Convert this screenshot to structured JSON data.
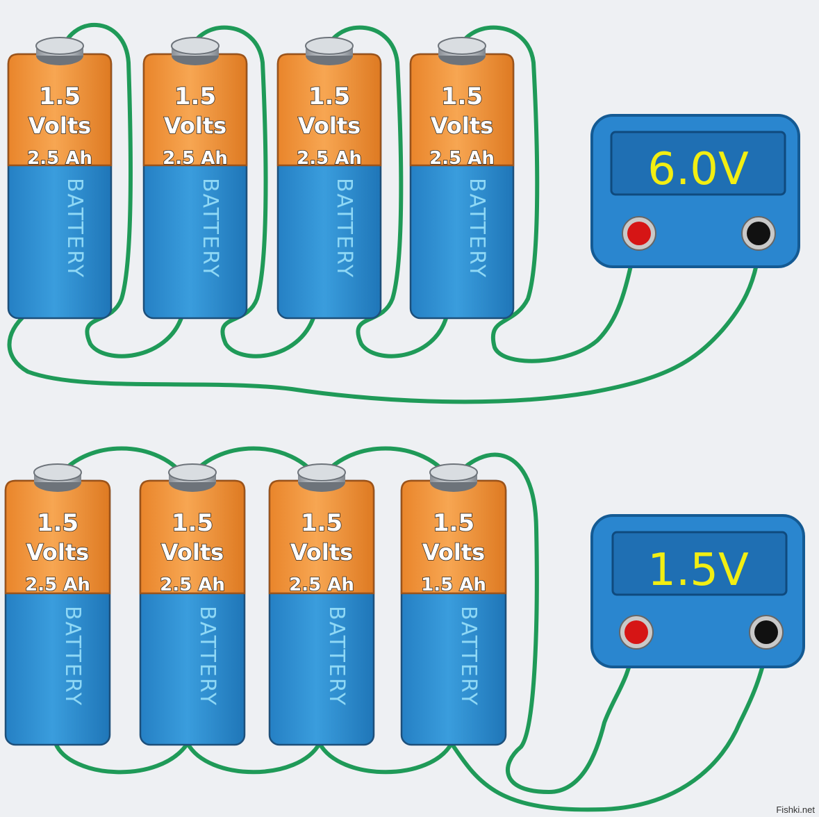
{
  "diagrams": [
    {
      "connection": "series",
      "batteries": [
        {
          "voltage": "1.5",
          "unit": "Volts",
          "capacity": "2.5 Ah",
          "side_label": "BATTERY"
        },
        {
          "voltage": "1.5",
          "unit": "Volts",
          "capacity": "2.5 Ah",
          "side_label": "BATTERY"
        },
        {
          "voltage": "1.5",
          "unit": "Volts",
          "capacity": "2.5 Ah",
          "side_label": "BATTERY"
        },
        {
          "voltage": "1.5",
          "unit": "Volts",
          "capacity": "2.5 Ah",
          "side_label": "BATTERY"
        }
      ],
      "meter_reading": "6.0V"
    },
    {
      "connection": "parallel",
      "batteries": [
        {
          "voltage": "1.5",
          "unit": "Volts",
          "capacity": "2.5 Ah",
          "side_label": "BATTERY"
        },
        {
          "voltage": "1.5",
          "unit": "Volts",
          "capacity": "2.5 Ah",
          "side_label": "BATTERY"
        },
        {
          "voltage": "1.5",
          "unit": "Volts",
          "capacity": "2.5 Ah",
          "side_label": "BATTERY"
        },
        {
          "voltage": "1.5",
          "unit": "Volts",
          "capacity": "1.5 Ah",
          "side_label": "BATTERY"
        }
      ],
      "meter_reading": "1.5V"
    }
  ],
  "watermark": "Fishki.net",
  "colors": {
    "background": "#eef0f3",
    "battery_top": "#f29a3e",
    "battery_body": "#2e8fd0",
    "wire": "#1f9a58",
    "meter_body": "#2a86cf",
    "meter_screen": "#1f6fb3",
    "meter_reading": "#f2ee12",
    "terminal_positive": "#d61515",
    "terminal_negative": "#111111"
  }
}
